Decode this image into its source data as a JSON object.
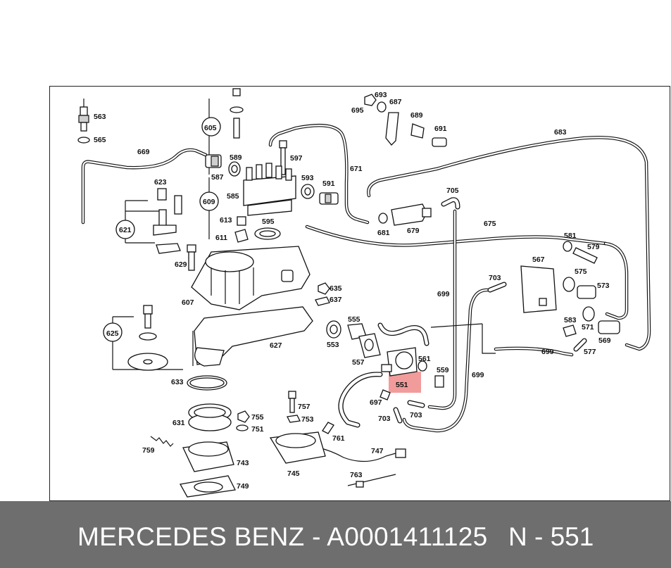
{
  "diagram": {
    "highlight_color": "#f08a8a",
    "part_labels": {
      "p563": "563",
      "p565": "565",
      "p669": "669",
      "p605": "605",
      "p589": "589",
      "p587": "587",
      "p597": "597",
      "p585": "585",
      "p593": "593",
      "p591": "591",
      "p671": "671",
      "p693": "693",
      "p687": "687",
      "p695": "695",
      "p689": "689",
      "p691": "691",
      "p683": "683",
      "p623": "623",
      "p609": "609",
      "p621": "621",
      "p613": "613",
      "p595": "595",
      "p611": "611",
      "p629": "629",
      "p607": "607",
      "p635": "635",
      "p637": "637",
      "p705": "705",
      "p681": "681",
      "p679": "679",
      "p675": "675",
      "p581": "581",
      "p579": "579",
      "p567": "567",
      "p575": "575",
      "p573": "573",
      "p703a": "703",
      "p699a": "699",
      "p625": "625",
      "p555": "555",
      "p553": "553",
      "p557": "557",
      "p561": "561",
      "p559": "559",
      "p551": "551",
      "p627": "627",
      "p583": "583",
      "p571": "571",
      "p569": "569",
      "p577": "577",
      "p699b": "699",
      "p699c": "699",
      "p633": "633",
      "p697": "697",
      "p703b": "703",
      "p703c": "703",
      "p757": "757",
      "p753": "753",
      "p755": "755",
      "p751": "751",
      "p631": "631",
      "p761": "761",
      "p747": "747",
      "p759": "759",
      "p743": "743",
      "p745": "745",
      "p763": "763",
      "p749": "749"
    }
  },
  "footer": {
    "title": "MERCEDES BENZ - A0001411125",
    "ref": "N - 551",
    "background": "#6e6e6e"
  }
}
